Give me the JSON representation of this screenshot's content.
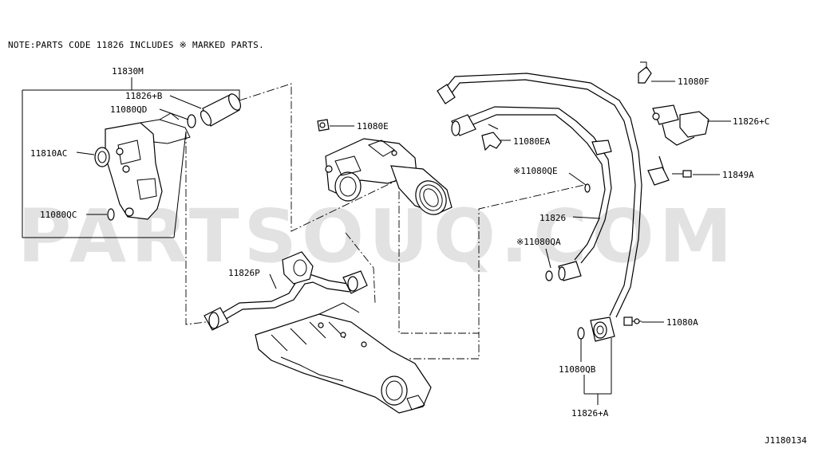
{
  "note": "NOTE:PARTS CODE 11826 INCLUDES ※ MARKED PARTS.",
  "watermark": "PARTSOUQ.COM",
  "diagram_id": "J1180134",
  "labels": {
    "p11830M": "11830M",
    "p11826B": "11826+B",
    "p11080QD": "11080QD",
    "p11810AC": "11810AC",
    "p11080QC": "11080QC",
    "p11080E": "11080E",
    "p11080EA": "11080EA",
    "p11080QE": "※11080QE",
    "p11826": "11826",
    "p11080QA": "※11080QA",
    "p11826P": "11826P",
    "p11080F": "11080F",
    "p11826C": "11826+C",
    "p11849A": "11849A",
    "p11080A": "11080A",
    "p11080QB": "11080QB",
    "p11826A": "11826+A"
  },
  "colors": {
    "line": "#000000",
    "watermark": "#e2e2e2",
    "background": "#ffffff"
  }
}
